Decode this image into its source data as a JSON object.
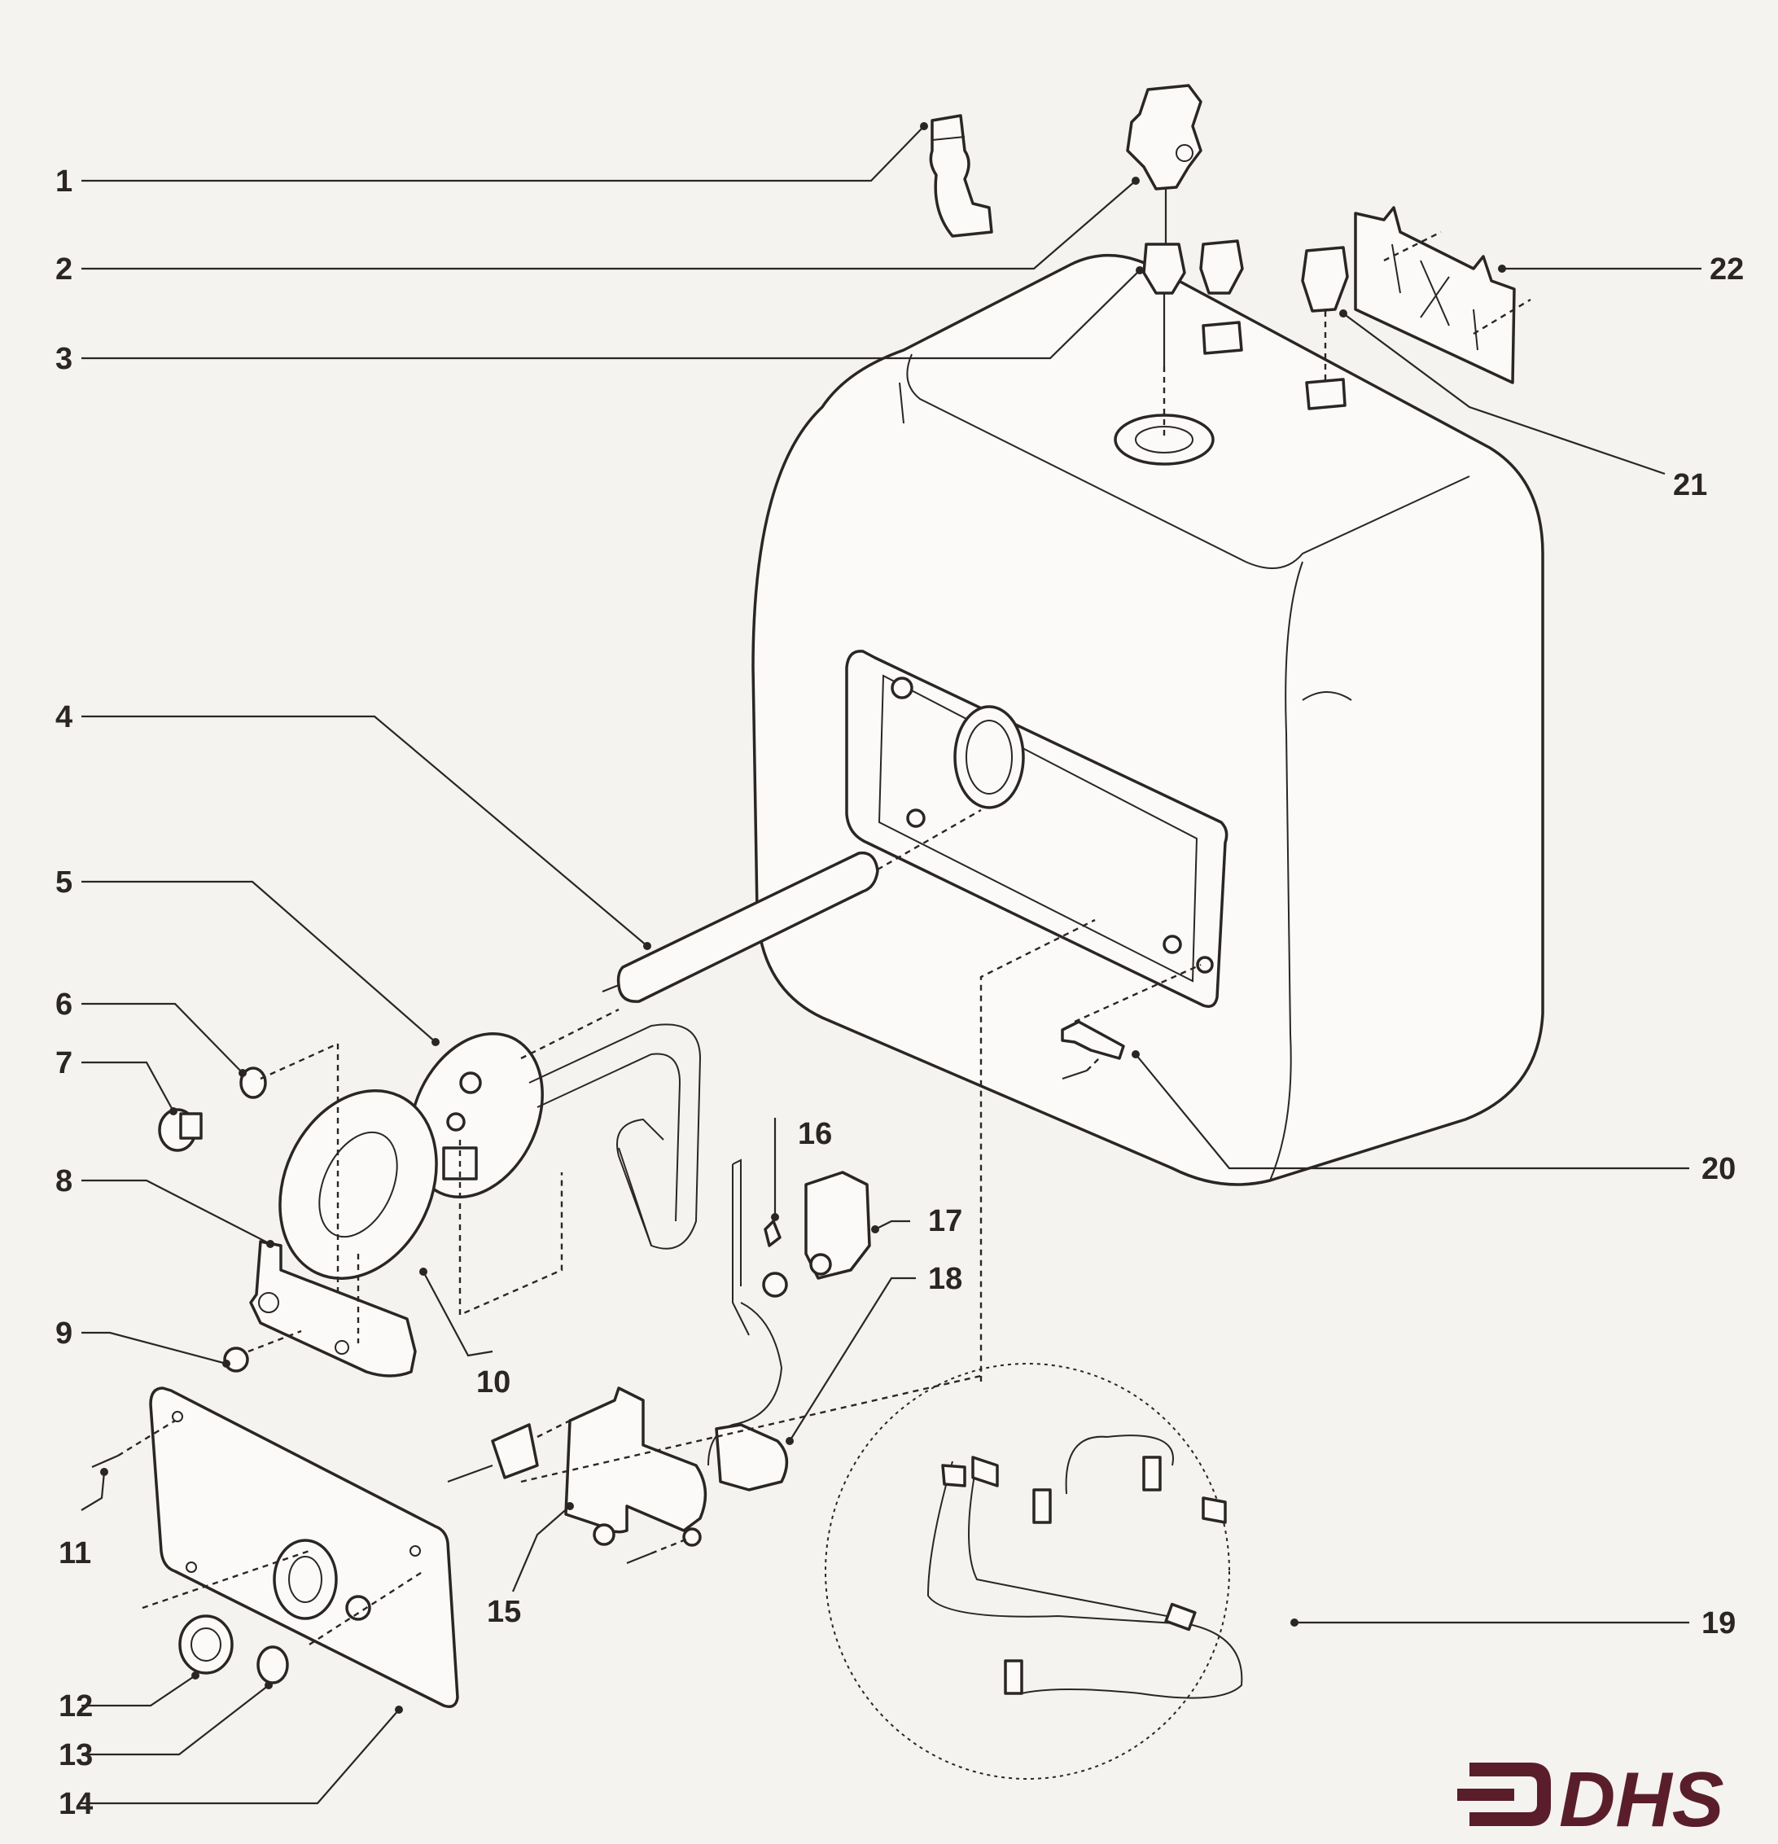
{
  "callouts": [
    {
      "id": "1",
      "text": "1"
    },
    {
      "id": "2",
      "text": "2"
    },
    {
      "id": "3",
      "text": "3"
    },
    {
      "id": "4",
      "text": "4"
    },
    {
      "id": "5",
      "text": "5"
    },
    {
      "id": "6",
      "text": "6"
    },
    {
      "id": "7",
      "text": "7"
    },
    {
      "id": "8",
      "text": "8"
    },
    {
      "id": "9",
      "text": "9"
    },
    {
      "id": "10",
      "text": "10"
    },
    {
      "id": "11",
      "text": "11"
    },
    {
      "id": "12",
      "text": "12"
    },
    {
      "id": "13",
      "text": "13"
    },
    {
      "id": "14",
      "text": "14"
    },
    {
      "id": "15",
      "text": "15"
    },
    {
      "id": "16",
      "text": "16"
    },
    {
      "id": "17",
      "text": "17"
    },
    {
      "id": "18",
      "text": "18"
    },
    {
      "id": "19",
      "text": "19"
    },
    {
      "id": "20",
      "text": "20"
    },
    {
      "id": "21",
      "text": "21"
    },
    {
      "id": "22",
      "text": "22"
    }
  ],
  "logo": {
    "text": "DHS",
    "color": "#5a1e2a"
  },
  "colors": {
    "ink": "#2b2624",
    "paper": "#f4f3f0"
  }
}
